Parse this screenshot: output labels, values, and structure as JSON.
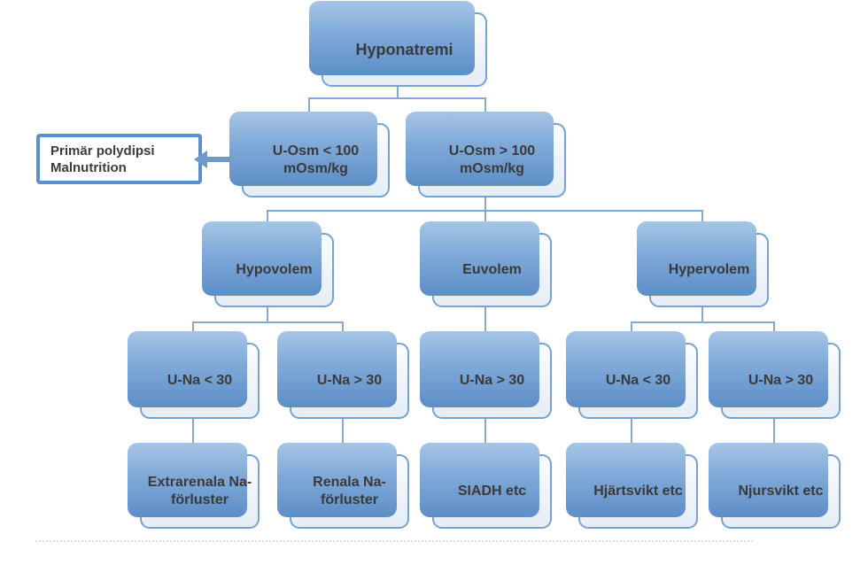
{
  "diagram": {
    "type": "flowchart",
    "language": "Swedish",
    "topic": "Hyponatremia diagnostic algorithm"
  },
  "nodes": {
    "root": {
      "label": "Hyponatremi"
    },
    "uosm_low": {
      "label": "U-Osm < 100 mOsm/kg"
    },
    "uosm_high": {
      "label": "U-Osm > 100 mOsm/kg"
    },
    "hypovolem": {
      "label": "Hypovolem"
    },
    "euvolem": {
      "label": "Euvolem"
    },
    "hypervolem": {
      "label": "Hypervolem"
    },
    "una_low_hypovolem": {
      "label": "U-Na < 30"
    },
    "una_high_hypovolem": {
      "label": "U-Na > 30"
    },
    "una_high_euvolem": {
      "label": "U-Na > 30"
    },
    "una_low_hypervolem": {
      "label": "U-Na < 30"
    },
    "una_high_hypervolem": {
      "label": "U-Na > 30"
    },
    "extrarenala": {
      "label": "Extrarenala Na-förluster"
    },
    "renala": {
      "label": "Renala Na-förluster"
    },
    "siadh": {
      "label": "SIADH etc"
    },
    "hjartsvikt": {
      "label": "Hjärtsvikt etc"
    },
    "njursvikt": {
      "label": "Njursvikt etc"
    }
  },
  "note": {
    "line1": "Primär polydipsi",
    "line2": "Malnutrition"
  },
  "colors": {
    "box_border": "#76a2d4",
    "box_fill_top": "#fbfdff",
    "box_fill_bottom": "#e6edf7",
    "shadow_top": "#a6c5e6",
    "shadow_bottom": "#5d8ec8",
    "connector_line": "#84aad4",
    "arrow": "#6e99cb",
    "note_border": "#5d8fc8",
    "text": "#3a3a3a"
  }
}
